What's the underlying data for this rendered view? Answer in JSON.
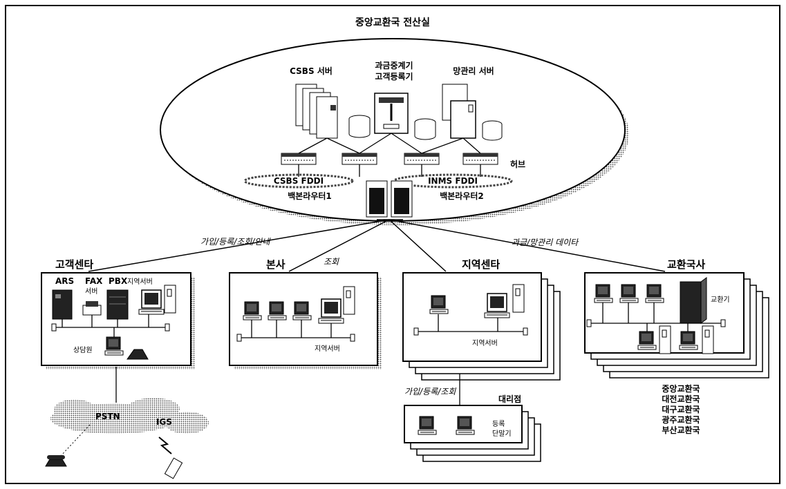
{
  "title": "중앙교환국 전산실",
  "core": {
    "csbs_server": "CSBS 서버",
    "billing_line1": "과금중계기",
    "billing_line2": "고객등록기",
    "nms_server": "망관리 서버",
    "hub": "허브",
    "csbs_fddi": "CSBS FDDI",
    "nms_fddi": "INMS FDDI",
    "router1": "백본라우터1",
    "router2": "백본라우터2"
  },
  "links": {
    "subscription": "가입/등록/조회/안내",
    "billing_data": "과금/망관리 데이타",
    "inquiry": "조회",
    "agency_link": "가입/등록/조회"
  },
  "customer_center": {
    "title": "고객센타",
    "ars": "ARS",
    "fax_line1": "FAX",
    "fax_line2": "서버",
    "pbx": "PBX",
    "region_server": "지역서버",
    "agent": "상담원"
  },
  "headquarters": {
    "title": "본사",
    "region_server": "지역서버"
  },
  "regional_center": {
    "title": "지역센타",
    "region_server": "지역서버"
  },
  "exchange": {
    "title": "교환국사",
    "switch": "교환기",
    "offices": [
      "중앙교환국",
      "대전교환국",
      "대구교환국",
      "광주교환국",
      "부산교환국"
    ]
  },
  "agency": {
    "title": "대리점",
    "terminal_line1": "등록",
    "terminal_line2": "단말기"
  },
  "external": {
    "pstn": "PSTN",
    "igs": "IGS"
  }
}
